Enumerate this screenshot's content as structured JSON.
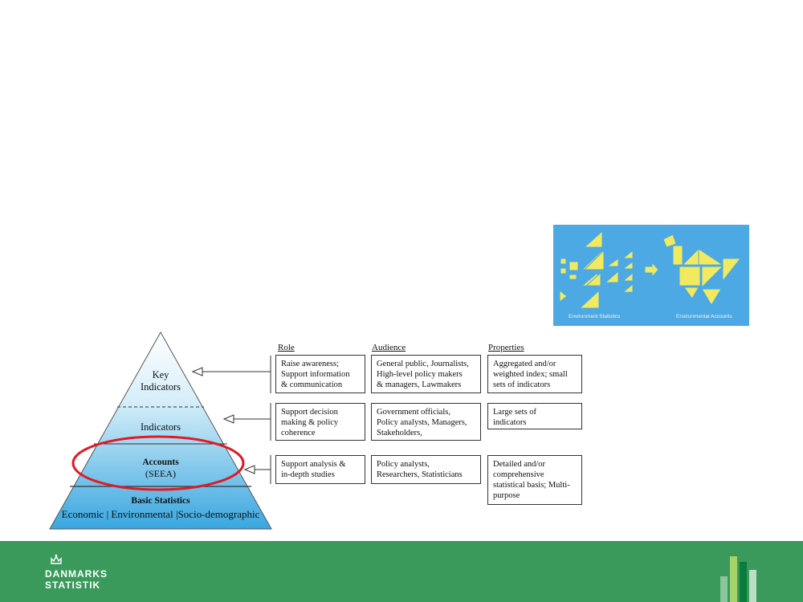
{
  "pyramid": {
    "levels": [
      {
        "label": "Key\nIndicators"
      },
      {
        "label": "Indicators"
      },
      {
        "label": "Accounts"
      },
      {
        "label": "Basic Statistics"
      }
    ],
    "accounts_sub": "(SEEA)",
    "basic_sub": "Economic | Environmental |Socio-demographic"
  },
  "table": {
    "headers": {
      "role": "Role",
      "audience": "Audience",
      "properties": "Properties"
    },
    "rows": [
      {
        "role": "Raise awareness;\nSupport information\n& communication",
        "audience": "General public, Journalists,\nHigh-level policy makers\n& managers, Lawmakers",
        "properties": "Aggregated and/or\nweighted index; small\nsets of indicators"
      },
      {
        "role": "Support decision\nmaking & policy\ncoherence",
        "audience": "Government officials,\nPolicy analysts, Managers,\nStakeholders,",
        "properties": "Large sets of\nindicators"
      },
      {
        "role": "Support analysis &\nin-depth studies",
        "audience": "Policy analysts,\nResearchers, Statisticians",
        "properties": "Detailed and/or\ncomprehensive\nstatistical basis; Multi-\npurpose"
      }
    ]
  },
  "tangram": {
    "left_caption": "Environment Statistics",
    "right_caption": "Environmental Accounts"
  },
  "footer": {
    "logo": "DANMARKS\nSTATISTIK"
  },
  "colors": {
    "pyramid_top": "#ffffff",
    "pyramid_bottom": "#39a7e0",
    "highlight_ellipse": "#e01b24",
    "tangram_bg": "#4da9e3",
    "tangram_piece": "#f2ea5e",
    "footer_green": "#3a9a5c"
  }
}
